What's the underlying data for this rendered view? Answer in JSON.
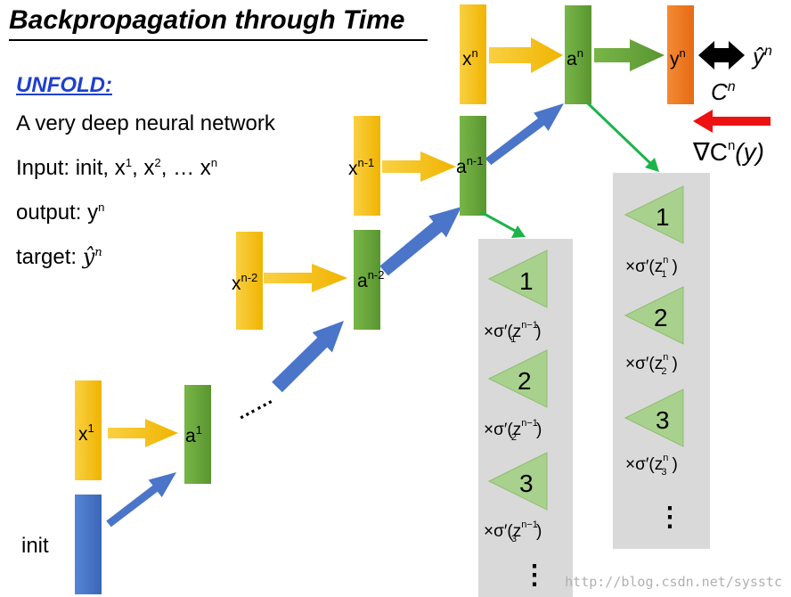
{
  "header": {
    "title": "Backpropagation through Time"
  },
  "left_panel": {
    "unfold_heading": "UNFOLD:",
    "line1": "A very deep neural network",
    "input_label": "Input: init, x",
    "input_sup1": "1",
    "input_sep": ", x",
    "input_sup2": "2",
    "input_ellipsis": ", … x",
    "input_supn": "n",
    "output_label": "output: y",
    "output_sup": "n",
    "target_label": "target: ",
    "target_math": "ŷ",
    "target_sup": "n"
  },
  "nodes": {
    "init": "init",
    "x1": "x",
    "x1_sup": "1",
    "a1": "a",
    "a1_sup": "1",
    "xn2": "x",
    "xn2_sup": "n-2",
    "an2": "a",
    "an2_sup": "n-2",
    "xn1": "x",
    "xn1_sup": "n-1",
    "an1": "a",
    "an1_sup": "n-1",
    "xn": "x",
    "xn_sup": "n",
    "an": "a",
    "an_sup": "n",
    "yn": "y",
    "yn_sup": "n",
    "ellipsis": "……"
  },
  "cost": {
    "target": "ŷ",
    "target_sup": "n",
    "cost_label": "C",
    "cost_sup": "n",
    "gradient": "∇C",
    "gradient_sup": "n",
    "gradient_arg": "(y)"
  },
  "backprop_left": {
    "items": [
      {
        "index": "1",
        "factor": "×σ′(z",
        "sub": "1",
        "sup": "n−1",
        "close": ")"
      },
      {
        "index": "2",
        "factor": "×σ′(z",
        "sub": "2",
        "sup": "n−1",
        "close": ")"
      },
      {
        "index": "3",
        "factor": "×σ′(z",
        "sub": "3",
        "sup": "n−1",
        "close": ")"
      }
    ],
    "more": "⋮"
  },
  "backprop_right": {
    "items": [
      {
        "index": "1",
        "factor": "×σ′(z",
        "sub": "1",
        "sup": "n",
        "close": ")"
      },
      {
        "index": "2",
        "factor": "×σ′(z",
        "sub": "2",
        "sup": "n",
        "close": ")"
      },
      {
        "index": "3",
        "factor": "×σ′(z",
        "sub": "3",
        "sup": "n",
        "close": ")"
      }
    ],
    "more": "⋮"
  },
  "watermark": "http://blog.csdn.net/sysstc",
  "colors": {
    "input_yellow": "#f7c21c",
    "hidden_green": "#6aa83c",
    "output_orange": "#ef7a22",
    "flow_blue": "#4874c8",
    "back_green": "#1db34a",
    "grad_red": "#ee1111",
    "panel_gray": "#d9d9d9",
    "triangle_green": "#a9d18e"
  }
}
